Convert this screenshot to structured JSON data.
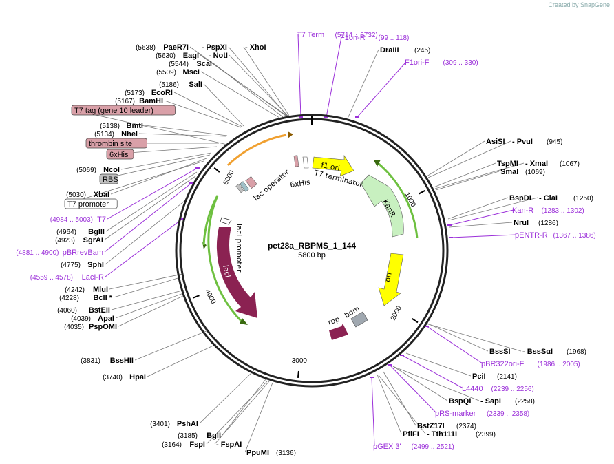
{
  "header": {
    "brand": "Created by SnapGene"
  },
  "plasmid": {
    "name": "pet28a_RBPMS_1_144",
    "length": "5800 bp"
  },
  "colors": {
    "primer": "#9b30d9",
    "lac_arrow": "#f0a030",
    "green_arrow": "#6ec040",
    "kanr": "#c8f0c0",
    "ori": "#ffff00",
    "laci": "#8b2252",
    "rop": "#8b2252",
    "bom": "#a0a8b0"
  },
  "ticks": [
    "1000",
    "2000",
    "3000",
    "4000",
    "5000"
  ],
  "features": {
    "f1_ori": "f1 ori",
    "kanr": "KanR",
    "ori": "ori",
    "laci": "lacI",
    "laci_promoter": "lacI promoter",
    "rop": "rop",
    "bom": "bom",
    "t7_terminator": "T7 terminator",
    "his": "6xHis",
    "lac_operator": "lac operator"
  },
  "labels": [
    {
      "name": "T7 Term",
      "pos": "(5714 .. 5732)",
      "kind": "primer"
    },
    {
      "name": "PaeR7I",
      "pos": "(5638)",
      "kind": "enzyme"
    },
    {
      "name": "- PspXI",
      "pos": "",
      "kind": "enzyme"
    },
    {
      "name": "- XhoI",
      "pos": "",
      "kind": "enzyme"
    },
    {
      "name": "EagI",
      "pos": "(5630)",
      "kind": "enzyme"
    },
    {
      "name": "- NotI",
      "pos": "",
      "kind": "enzyme"
    },
    {
      "name": "ScaI",
      "pos": "(5544)",
      "kind": "enzyme"
    },
    {
      "name": "MscI",
      "pos": "(5509)",
      "kind": "enzyme"
    },
    {
      "name": "SalI",
      "pos": "(5186)",
      "kind": "enzyme"
    },
    {
      "name": "EcoRI",
      "pos": "(5173)",
      "kind": "enzyme"
    },
    {
      "name": "BamHI",
      "pos": "(5167)",
      "kind": "enzyme"
    },
    {
      "name": "T7 tag (gene 10 leader)",
      "pos": "",
      "kind": "box"
    },
    {
      "name": "BmtI",
      "pos": "(5138)",
      "kind": "enzyme"
    },
    {
      "name": "NheI",
      "pos": "(5134)",
      "kind": "enzyme"
    },
    {
      "name": "thrombin site",
      "pos": "",
      "kind": "box"
    },
    {
      "name": "6xHis",
      "pos": "",
      "kind": "box"
    },
    {
      "name": "NcoI",
      "pos": "(5069)",
      "kind": "enzyme"
    },
    {
      "name": "RBS",
      "pos": "",
      "kind": "box"
    },
    {
      "name": "XbaI",
      "pos": "(5030)",
      "kind": "enzyme"
    },
    {
      "name": "T7 promoter",
      "pos": "",
      "kind": "box"
    },
    {
      "name": "T7",
      "pos": "(4984 .. 5003)",
      "kind": "primer"
    },
    {
      "name": "BglII",
      "pos": "(4964)",
      "kind": "enzyme"
    },
    {
      "name": "SgrAI",
      "pos": "(4923)",
      "kind": "enzyme"
    },
    {
      "name": "pBRrevBam",
      "pos": "(4881 .. 4900)",
      "kind": "primer"
    },
    {
      "name": "SphI",
      "pos": "(4775)",
      "kind": "enzyme"
    },
    {
      "name": "LacI-R",
      "pos": "(4559 .. 4578)",
      "kind": "primer"
    },
    {
      "name": "MluI",
      "pos": "(4242)",
      "kind": "enzyme"
    },
    {
      "name": "BclI *",
      "pos": "(4228)",
      "kind": "enzyme"
    },
    {
      "name": "BstEII",
      "pos": "(4060)",
      "kind": "enzyme"
    },
    {
      "name": "ApaI",
      "pos": "(4039)",
      "kind": "enzyme"
    },
    {
      "name": "PspOMI",
      "pos": "(4035)",
      "kind": "enzyme"
    },
    {
      "name": "BssHII",
      "pos": "(3831)",
      "kind": "enzyme"
    },
    {
      "name": "HpaI",
      "pos": "(3740)",
      "kind": "enzyme"
    },
    {
      "name": "PshAI",
      "pos": "(3401)",
      "kind": "enzyme"
    },
    {
      "name": "BglI",
      "pos": "(3185)",
      "kind": "enzyme"
    },
    {
      "name": "FspI",
      "pos": "(3164)",
      "kind": "enzyme"
    },
    {
      "name": "- FspAI",
      "pos": "",
      "kind": "enzyme"
    },
    {
      "name": "PpuMI",
      "pos": "(3136)",
      "kind": "enzyme"
    },
    {
      "name": "F1ori-R",
      "pos": "(99 .. 118)",
      "kind": "primer"
    },
    {
      "name": "DraIII",
      "pos": "(245)",
      "kind": "enzyme"
    },
    {
      "name": "F1ori-F",
      "pos": "(309 .. 330)",
      "kind": "primer"
    },
    {
      "name": "AsiSI",
      "pos": "",
      "kind": "enzyme"
    },
    {
      "name": "- PvuI",
      "pos": "(945)",
      "kind": "enzyme"
    },
    {
      "name": "TspMI",
      "pos": "",
      "kind": "enzyme"
    },
    {
      "name": "- XmaI",
      "pos": "(1067)",
      "kind": "enzyme"
    },
    {
      "name": "SmaI",
      "pos": "(1069)",
      "kind": "enzyme"
    },
    {
      "name": "BspDI",
      "pos": "",
      "kind": "enzyme"
    },
    {
      "name": "- ClaI",
      "pos": "(1250)",
      "kind": "enzyme"
    },
    {
      "name": "Kan-R",
      "pos": "(1283 .. 1302)",
      "kind": "primer"
    },
    {
      "name": "NruI",
      "pos": "(1286)",
      "kind": "enzyme"
    },
    {
      "name": "pENTR-R",
      "pos": "(1367 .. 1386)",
      "kind": "primer"
    },
    {
      "name": "BssSI",
      "pos": "",
      "kind": "enzyme"
    },
    {
      "name": "- BssSαI",
      "pos": "(1968)",
      "kind": "enzyme"
    },
    {
      "name": "pBR322ori-F",
      "pos": "(1986 .. 2005)",
      "kind": "primer"
    },
    {
      "name": "PciI",
      "pos": "(2141)",
      "kind": "enzyme"
    },
    {
      "name": "L4440",
      "pos": "(2239 .. 2256)",
      "kind": "primer"
    },
    {
      "name": "BspQI",
      "pos": "",
      "kind": "enzyme"
    },
    {
      "name": "- SapI",
      "pos": "(2258)",
      "kind": "enzyme"
    },
    {
      "name": "pRS-marker",
      "pos": "(2339 .. 2358)",
      "kind": "primer"
    },
    {
      "name": "BstZ17I",
      "pos": "(2374)",
      "kind": "enzyme"
    },
    {
      "name": "PflFI",
      "pos": "",
      "kind": "enzyme"
    },
    {
      "name": "- Tth111I",
      "pos": "(2399)",
      "kind": "enzyme"
    },
    {
      "name": "pGEX 3'",
      "pos": "(2499 .. 2521)",
      "kind": "primer"
    }
  ]
}
